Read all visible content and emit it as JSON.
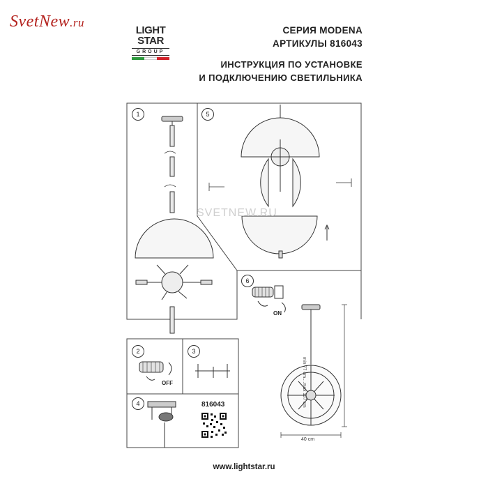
{
  "brand": {
    "name_main": "SvetNew",
    "name_tld": ".ru"
  },
  "logo": {
    "line1": "LIGHT",
    "line2": "STAR",
    "line3": "GROUP",
    "flag_colors": [
      "#2e9a3e",
      "#ffffff",
      "#d2222a"
    ]
  },
  "header": {
    "series": "СЕРИЯ MODENA",
    "articles": "АРТИКУЛЫ 816043",
    "title_line1": "ИНСТРУКЦИЯ ПО УСТАНОВКЕ",
    "title_line2": "И ПОДКЛЮЧЕНИЮ СВЕТИЛЬНИКА"
  },
  "steps": [
    {
      "number": "1"
    },
    {
      "number": "2",
      "label": "OFF"
    },
    {
      "number": "3"
    },
    {
      "number": "4"
    },
    {
      "number": "5"
    },
    {
      "number": "6",
      "label": "ON"
    }
  ],
  "dimensions": {
    "height": "min 77 cm....max 137 cm",
    "width": "40 cm"
  },
  "watermark": "SVETNEW.RU",
  "article_code": "816043",
  "footer_url": "www.lightstar.ru"
}
